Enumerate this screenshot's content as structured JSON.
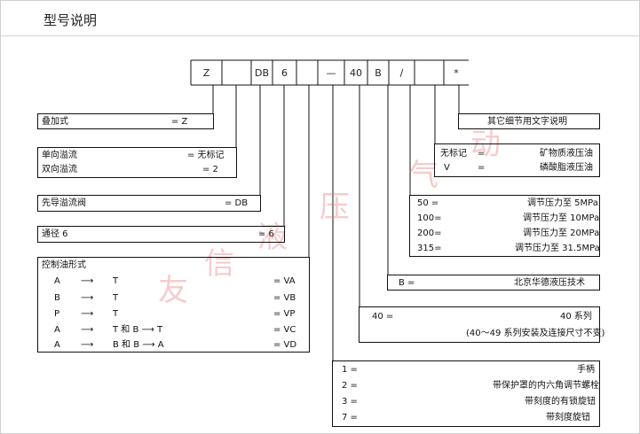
{
  "title": "型号说明",
  "code_cells": [
    "Z",
    "",
    "DB",
    "6",
    "",
    "—",
    "40",
    "B",
    "/",
    "",
    "*"
  ],
  "watermark": [
    "友",
    "信",
    "液",
    "压",
    "气",
    "动"
  ],
  "sections": {
    "stack": {
      "label": "叠加式",
      "value": "= Z"
    },
    "overflow": [
      {
        "label": "单向溢流",
        "value": "= 无标记"
      },
      {
        "label": "双向溢流",
        "value": "= 2"
      }
    ],
    "pilot": {
      "label": "先导溢流阀",
      "value": "= DB"
    },
    "size": {
      "label": "通径 6",
      "value": "= 6"
    },
    "control": {
      "title": "控制油形式",
      "rows": [
        {
          "a": "A",
          "arrow": "⟶",
          "b": "T",
          "code": "= VA"
        },
        {
          "a": "B",
          "arrow": "⟶",
          "b": "T",
          "code": "= VB"
        },
        {
          "a": "P",
          "arrow": "⟶",
          "b": "T",
          "code": "= VP"
        },
        {
          "a": "A",
          "arrow": "⟶",
          "b": "T 和 B ⟶ T",
          "code": "= VC"
        },
        {
          "a": "A",
          "arrow": "⟶",
          "b": "B 和 B ⟶ A",
          "code": "= VD"
        }
      ]
    },
    "other": {
      "label": "其它细节用文字说明"
    },
    "fluid": [
      {
        "code": "无标记",
        "eq": "=",
        "desc": "矿物质液压油"
      },
      {
        "code": "V",
        "eq": "=",
        "desc": "磷酸脂液压油"
      }
    ],
    "pressure": [
      {
        "code": "50 =",
        "desc": "调节压力至 5MPa"
      },
      {
        "code": "100=",
        "desc": "调节压力至 10MPa"
      },
      {
        "code": "200=",
        "desc": "调节压力至 20MPa"
      },
      {
        "code": "315=",
        "desc": "调节压力至 31.5MPa"
      }
    ],
    "maker": {
      "code": "B =",
      "desc": "北京华德液压技术"
    },
    "series": {
      "code": "40 =",
      "desc": "40 系列",
      "note": "(40～49 系列安装及连接尺寸不变)"
    },
    "adjust": [
      {
        "code": "1 =",
        "desc": "手柄"
      },
      {
        "code": "2 =",
        "desc": "带保护罩的内六角调节螺栓"
      },
      {
        "code": "3 =",
        "desc": "带刻度的有锁旋钮"
      },
      {
        "code": "7 =",
        "desc": "带刻度旋钮"
      }
    ]
  }
}
